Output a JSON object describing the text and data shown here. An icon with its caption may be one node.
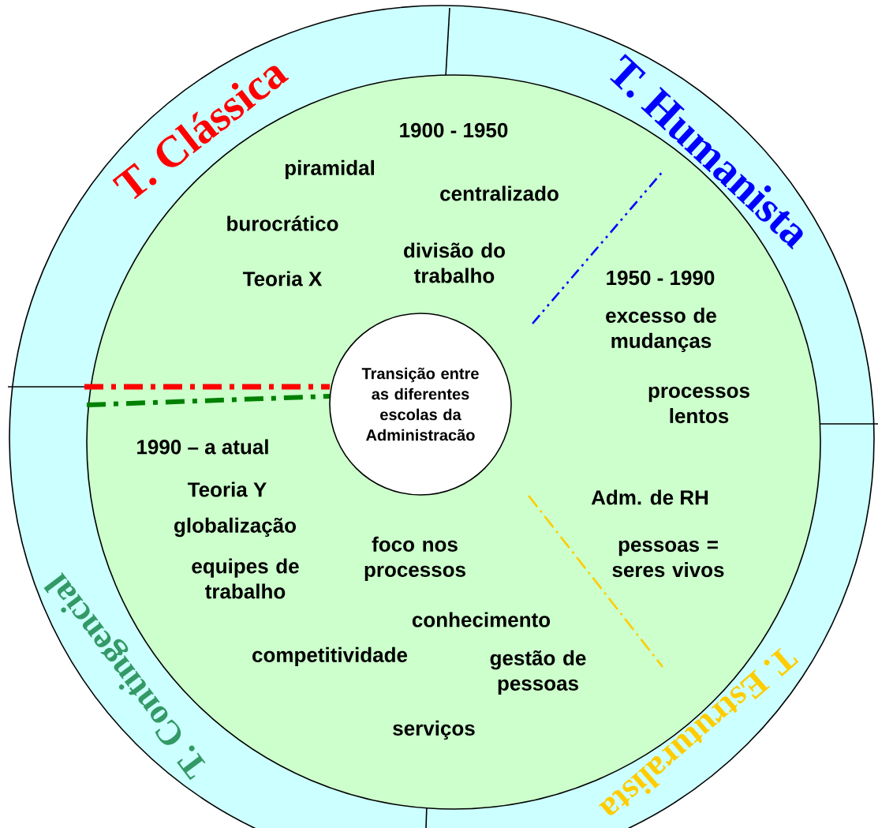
{
  "diagram": {
    "nodes": [
      {
        "text": [
          "T. Clássica",
          "T. Humanista",
          "T. Estruturalista",
          "T. Contingencial"
        ]
      },
      {
        "text": [
          "1900 - 1950",
          "piramidal",
          "centralizado",
          "burocrático",
          "Teoria X",
          "divisão do trabalho",
          "1950 - 1990",
          "excesso de mudanças",
          "processos lentos",
          "1990 – a atual",
          "Teoria Y",
          "globalização",
          "equipes de trabalho",
          "foco nos processos",
          "Adm. de RH",
          "pessoas = seres vivos",
          "conhecimento",
          "competitividade",
          "gestão de pessoas",
          "serviços"
        ],
        "in": 0
      },
      {
        "text": [
          "Transição entre as diferentes escolas da Administracão"
        ],
        "in": 1
      }
    ],
    "edges": []
  }
}
